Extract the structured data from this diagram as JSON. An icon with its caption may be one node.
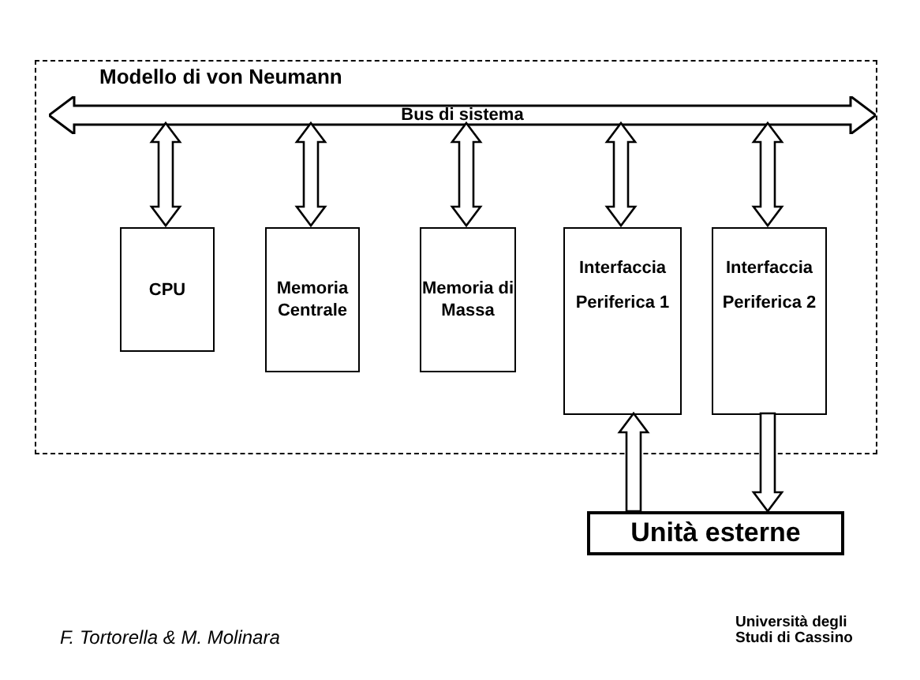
{
  "diagram": {
    "nodes": [
      {
        "text": [
          "Modello di von Neumann"
        ]
      },
      {
        "text": [
          "Bus di sistema"
        ],
        "in": 0
      },
      {
        "text": [
          "CPU"
        ],
        "in": 0
      },
      {
        "text": [
          "Memoria Centrale"
        ],
        "in": 0
      },
      {
        "text": [
          "Memoria di Massa"
        ],
        "in": 0
      },
      {
        "text": [
          "Interfaccia Periferica 1"
        ],
        "in": 0
      },
      {
        "text": [
          "Interfaccia Periferica 2"
        ],
        "in": 0
      },
      {
        "text": [
          "Unità esterne"
        ]
      }
    ],
    "edges": [
      {
        "from": 1,
        "to": 2,
        "arrow": "both"
      },
      {
        "from": 1,
        "to": 3,
        "arrow": "both"
      },
      {
        "from": 1,
        "to": 4,
        "arrow": "both"
      },
      {
        "from": 1,
        "to": 5,
        "arrow": "both"
      },
      {
        "from": 1,
        "to": 6,
        "arrow": "both"
      },
      {
        "from": 7,
        "to": 5,
        "arrow": "to"
      },
      {
        "from": 6,
        "to": 7,
        "arrow": "to"
      }
    ],
    "labels": [
      "F. Tortorella & M. Molinara",
      "Università degli Studi di Cassino"
    ]
  }
}
